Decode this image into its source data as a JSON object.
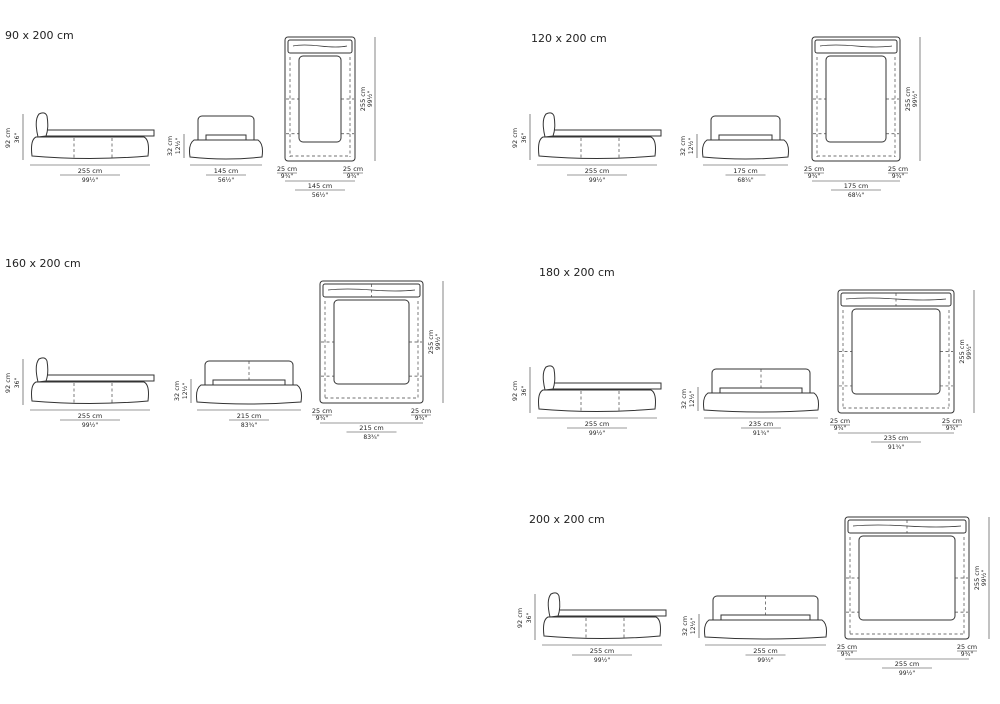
{
  "sizes": [
    {
      "title": "90 x 200 cm",
      "height": {
        "cm": "92 cm",
        "in": "36\""
      },
      "side": {
        "cm": "255 cm",
        "in": "99½\""
      },
      "front": {
        "hcm": "32 cm",
        "hin": "12½\"",
        "wcm": "145 cm",
        "win": "56½\""
      },
      "top": {
        "lcm": "255 cm",
        "lin": "99½\"",
        "edge_cm": "25 cm",
        "edge_in": "9¾\"",
        "wcm": "145 cm",
        "win": "56½\""
      }
    },
    {
      "title": "120 x 200 cm",
      "height": {
        "cm": "92 cm",
        "in": "36\""
      },
      "side": {
        "cm": "255 cm",
        "in": "99½\""
      },
      "front": {
        "hcm": "32 cm",
        "hin": "12½\"",
        "wcm": "175 cm",
        "win": "68¼\""
      },
      "top": {
        "lcm": "255 cm",
        "lin": "99½\"",
        "edge_cm": "25 cm",
        "edge_in": "9¾\"",
        "wcm": "175 cm",
        "win": "68¼\""
      }
    },
    {
      "title": "160  x 200 cm",
      "height": {
        "cm": "92 cm",
        "in": "36\""
      },
      "side": {
        "cm": "255 cm",
        "in": "99½\""
      },
      "front": {
        "hcm": "32 cm",
        "hin": "12½\"",
        "wcm": "215 cm",
        "win": "83¾\""
      },
      "top": {
        "lcm": "255 cm",
        "lin": "99½\"",
        "edge_cm": "25 cm",
        "edge_in": "9¾\"",
        "wcm": "215 cm",
        "win": "83¾\""
      }
    },
    {
      "title": "180 x 200 cm",
      "height": {
        "cm": "92 cm",
        "in": "36\""
      },
      "side": {
        "cm": "255 cm",
        "in": "99½\""
      },
      "front": {
        "hcm": "32 cm",
        "hin": "12½\"",
        "wcm": "235 cm",
        "win": "91¾\""
      },
      "top": {
        "lcm": "255 cm",
        "lin": "99½\"",
        "edge_cm": "25 cm",
        "edge_in": "9¾\"",
        "wcm": "235 cm",
        "win": "91¾\""
      }
    },
    {
      "title": "200 x 200 cm",
      "height": {
        "cm": "92 cm",
        "in": "36\""
      },
      "side": {
        "cm": "255 cm",
        "in": "99½\""
      },
      "front": {
        "hcm": "32 cm",
        "hin": "12½\"",
        "wcm": "255 cm",
        "win": "99½\""
      },
      "top": {
        "lcm": "255 cm",
        "lin": "99½\"",
        "edge_cm": "25 cm",
        "edge_in": "9¾\"",
        "wcm": "255 cm",
        "win": "99½\""
      }
    }
  ]
}
